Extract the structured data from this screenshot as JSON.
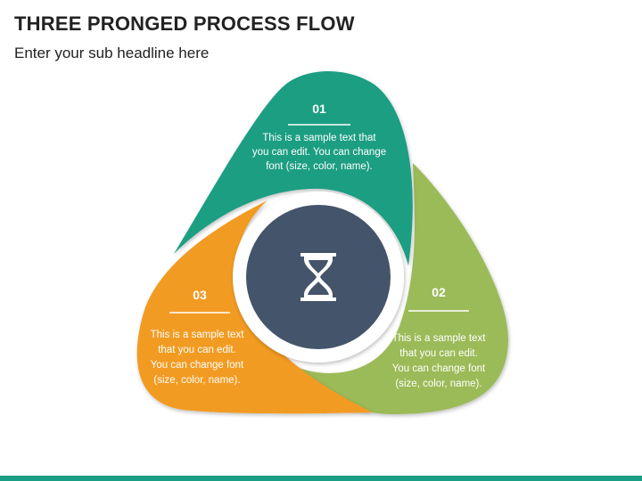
{
  "header": {
    "title": "THREE PRONGED PROCESS FLOW",
    "subtitle": "Enter your sub headline here"
  },
  "segments": [
    {
      "number": "01",
      "color": "#1a9e83",
      "lines": [
        "This is a sample text that",
        "you can edit. You can change",
        "font (size, color, name)."
      ]
    },
    {
      "number": "02",
      "color": "#9bbb59",
      "lines": [
        "This is a sample text",
        "that you can edit.",
        "You can change font",
        "(size, color, name)."
      ]
    },
    {
      "number": "03",
      "color": "#f29b22",
      "lines": [
        "This is a sample text",
        "that you can edit.",
        "You can change font",
        "(size, color, name)."
      ]
    }
  ],
  "center": {
    "icon": "hourglass-icon",
    "color": "#44546a"
  }
}
